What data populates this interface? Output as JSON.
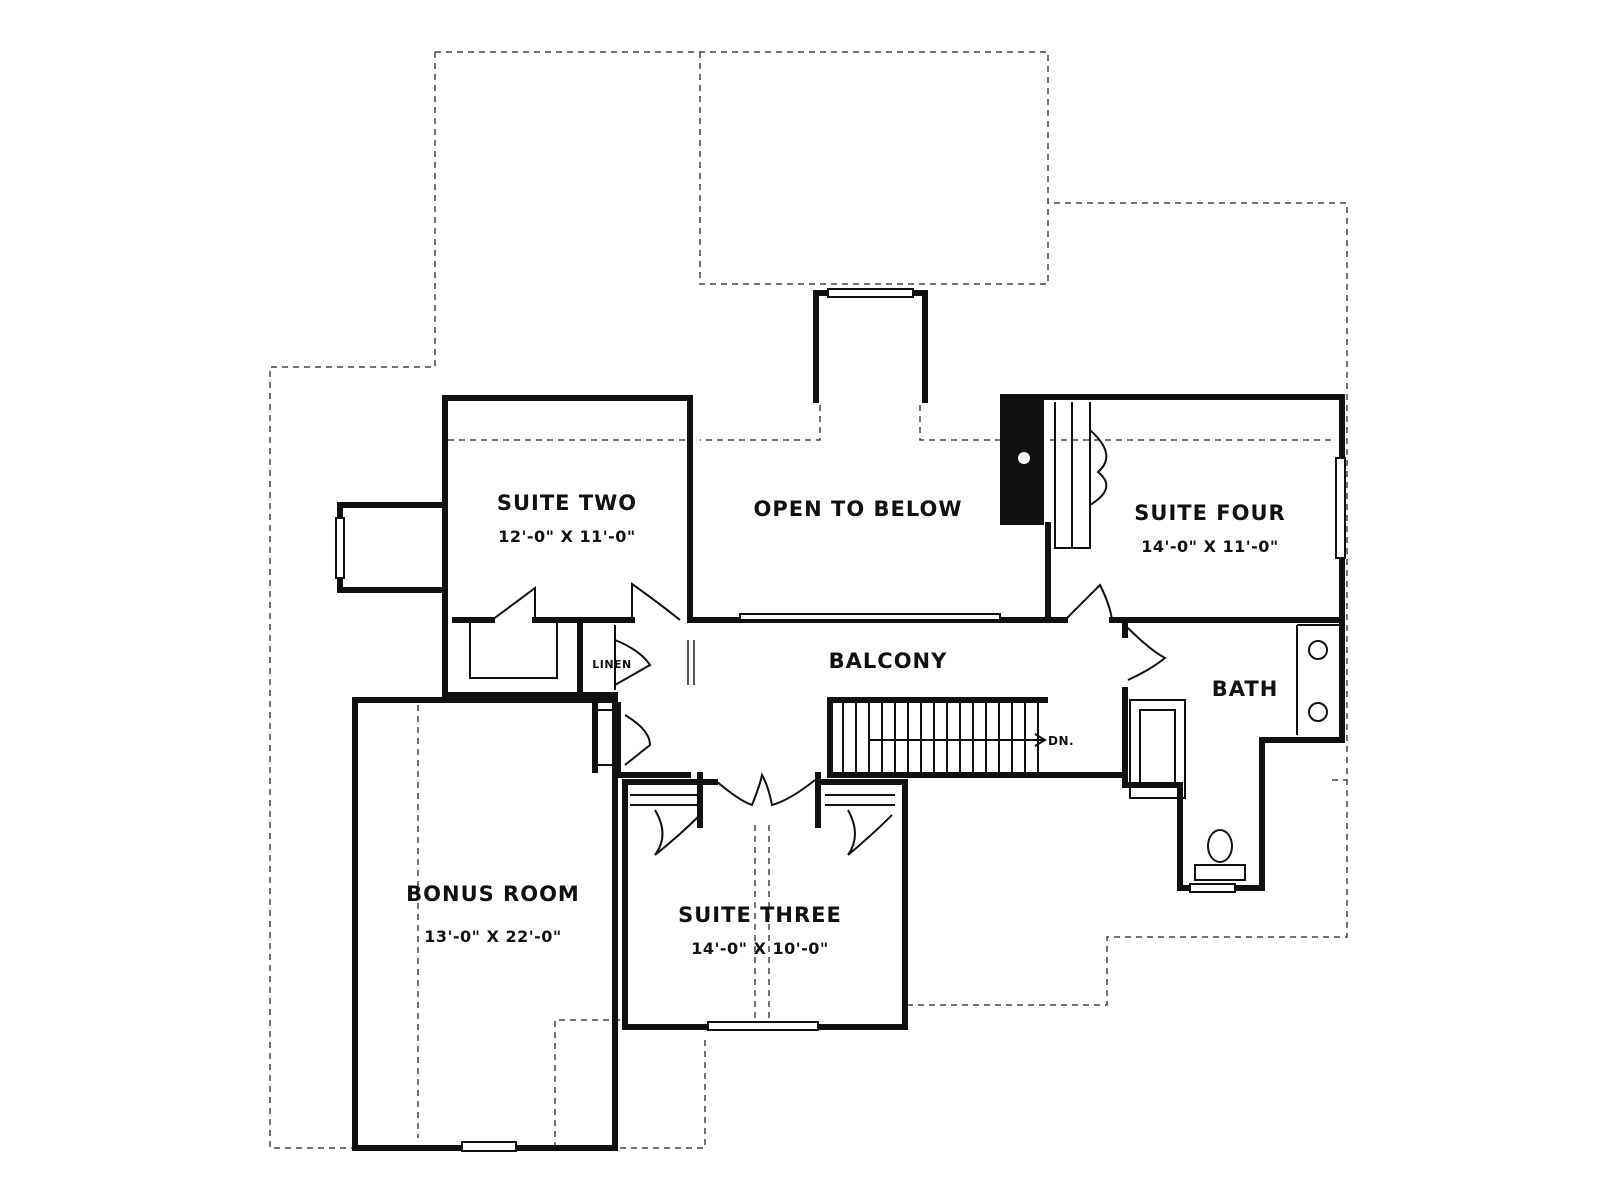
{
  "plan": {
    "rooms": {
      "suite_two": {
        "name": "SUITE TWO",
        "size": "12'-0\" X 11'-0\""
      },
      "open_to_below": {
        "name": "OPEN TO BELOW"
      },
      "suite_four": {
        "name": "SUITE FOUR",
        "size": "14'-0\" X 11'-0\""
      },
      "linen": {
        "name": "LINEN"
      },
      "balcony": {
        "name": "BALCONY"
      },
      "bath": {
        "name": "BATH"
      },
      "bonus_room": {
        "name": "BONUS ROOM",
        "size": "13'-0\" X 22'-0\""
      },
      "suite_three": {
        "name": "SUITE THREE",
        "size": "14'-0\" X 10'-0\""
      }
    },
    "stair_label": "DN.",
    "colors": {
      "ink": "#111111",
      "paper": "#ffffff",
      "dashed": "#444444"
    }
  }
}
